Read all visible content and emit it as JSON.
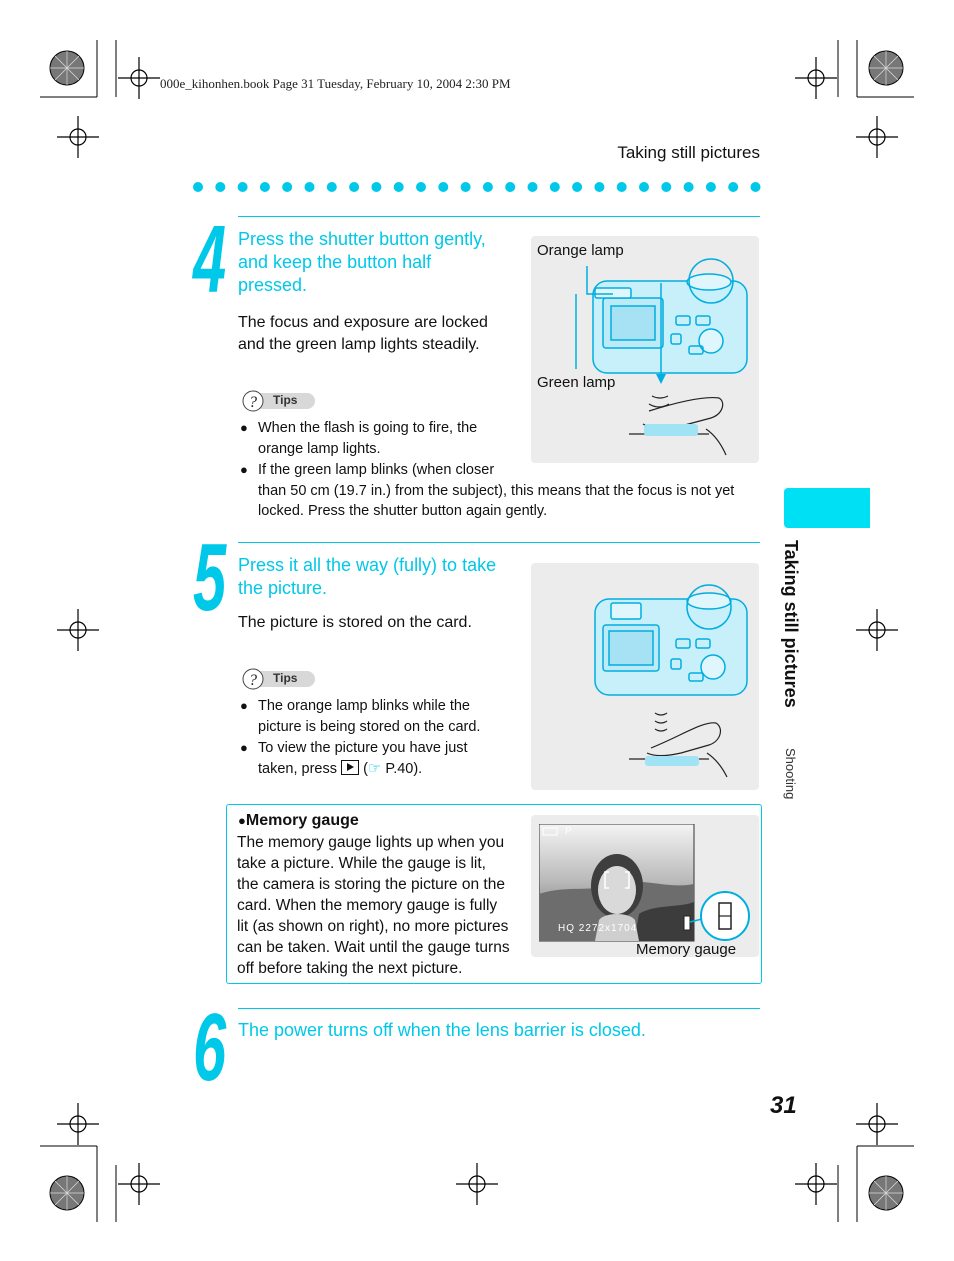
{
  "header": {
    "bookline": "000e_kihonhen.book  Page 31  Tuesday, February 10, 2004  2:30 PM",
    "section_title": "Taking still pictures"
  },
  "side": {
    "title": "Taking still pictures",
    "subtitle": "Shooting"
  },
  "page_number": "31",
  "tips_label": "Tips",
  "step4": {
    "number": "4",
    "heading": [
      "Press the shutter button gently,",
      "and keep the button half",
      "pressed."
    ],
    "body": [
      "The focus and exposure are locked",
      "and the green lamp lights steadily."
    ],
    "tips": [
      [
        "When the flash is going to fire, the",
        "orange lamp lights."
      ],
      [
        "If the green lamp blinks (when closer",
        "than 50 cm (19.7 in.) from the subject), this means that the focus is not yet",
        "locked. Press the shutter button again gently."
      ]
    ],
    "figure": {
      "label_orange": "Orange lamp",
      "label_green": "Green lamp"
    }
  },
  "step5": {
    "number": "5",
    "heading": [
      "Press it all the way (fully) to take",
      "the picture."
    ],
    "body": "The picture is stored on the card.",
    "tips": [
      [
        "The orange lamp blinks while the",
        "picture is being stored on the card."
      ],
      [
        "To view the picture you have just",
        "taken, press"
      ]
    ],
    "tip_ref_open": "(",
    "tip_ref": "P.40)."
  },
  "memory": {
    "title": "Memory gauge",
    "body": [
      "The memory gauge lights up when you",
      "take a picture. While the gauge is lit,",
      "the camera is storing the picture on the",
      "card. When the memory gauge is fully",
      "lit (as shown on right), no more pictures",
      "can be taken. Wait until the gauge turns",
      "off before taking the next picture."
    ],
    "figure_label": "Memory gauge",
    "screen_mode": "P",
    "screen_info": "HQ 2272x1704"
  },
  "step6": {
    "number": "6",
    "heading": "The power turns off when the lens barrier is closed."
  },
  "colors": {
    "accent": "#00c8e8",
    "tab": "#00e0f4"
  }
}
